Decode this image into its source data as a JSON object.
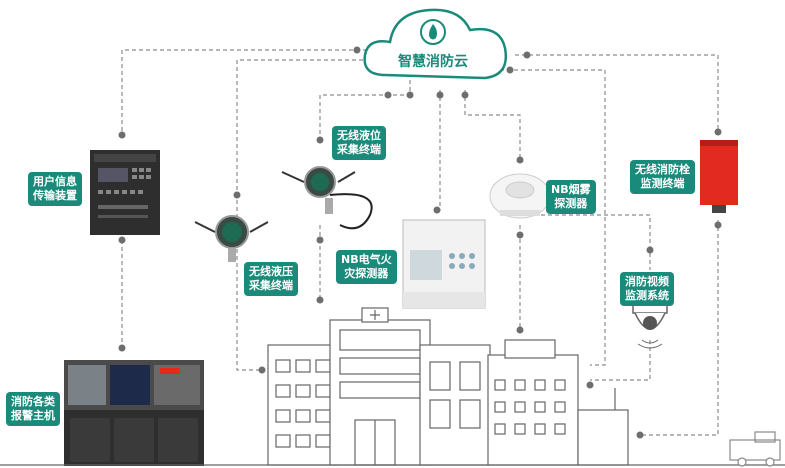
{
  "cloud": {
    "title": "智慧消防云"
  },
  "labels": {
    "user_info": "用户信息\n传输装置",
    "wireless_level": "无线液位\n采集终端",
    "wireless_pressure": "无线液压\n采集终端",
    "nb_electric": "NB电气火\n灾探测器",
    "nb_smoke": "NB烟雾\n探测器",
    "hydrant": "无线消防栓\n监测终端",
    "video": "消防视频\n监测系统",
    "alarm_host": "消防各类\n报警主机"
  },
  "colors": {
    "accent": "#1a8a7a",
    "dash": "#8c8c8c",
    "dot": "#6e6e6e",
    "red_device": "#e32a20"
  }
}
